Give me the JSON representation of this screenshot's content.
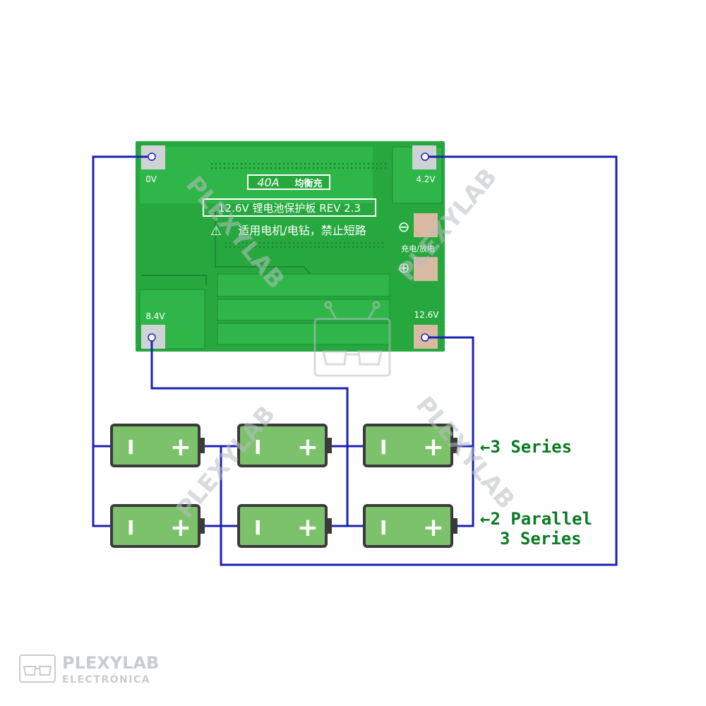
{
  "board": {
    "header_left": "40A",
    "header_right": "均衡充",
    "title_line": "12.6V 锂电池保护板 REV 2.3",
    "warning_line": "适用电机/电钻，禁止短路",
    "charge_label": "充电/放电",
    "pads": {
      "p0v": "0V",
      "p42v": "4.2V",
      "p84v": "8.4V",
      "p126v": "12.6V"
    },
    "minus_symbol": "⊖",
    "plus_symbol": "⊕",
    "warning_glyph": "⚠"
  },
  "battery": {
    "neg": "I",
    "pos": "+"
  },
  "labels": {
    "series": "←3 Series",
    "parallel_1": "←2 Parallel",
    "parallel_2": "3 Series"
  },
  "watermark": {
    "diag_1": "PLEXYLAB",
    "diag_2": "PLEXYLAB",
    "diag_3": "PLEXYLAB",
    "diag_4": "PLEXYLAB"
  },
  "logo": {
    "line1": "PLEXYLAB",
    "line2": "ELECTRÓNICA"
  },
  "colors": {
    "wire": "#1b22b3",
    "board": "#27a83f",
    "battery_fill": "#7cc26b",
    "battery_stroke": "#3a3a3a",
    "label": "#0b7a22"
  }
}
